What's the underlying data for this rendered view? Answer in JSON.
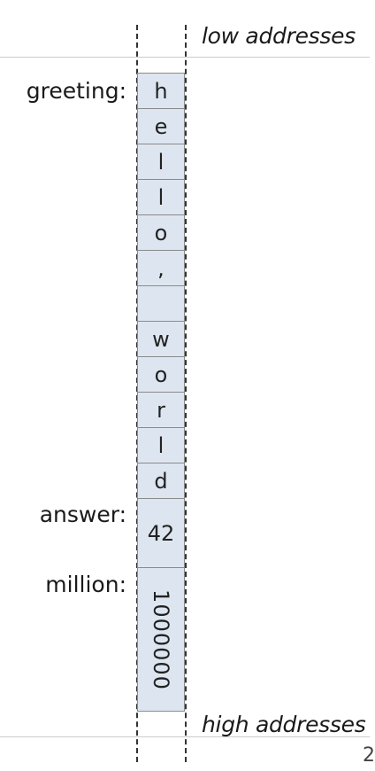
{
  "labels": {
    "low": "low addresses",
    "high": "high addresses"
  },
  "variables": {
    "greeting": "greeting:",
    "answer": "answer:",
    "million": "million:"
  },
  "memory_cells": [
    "h",
    "e",
    "l",
    "l",
    "o",
    ",",
    "",
    "w",
    "o",
    "r",
    "l",
    "d",
    "42",
    "1000000"
  ],
  "corner_text": "2",
  "colors": {
    "cell_fill": "#dde6f0",
    "cell_border": "#8a8a8a",
    "dashed_line": "#333333",
    "separator": "#cccccc"
  }
}
